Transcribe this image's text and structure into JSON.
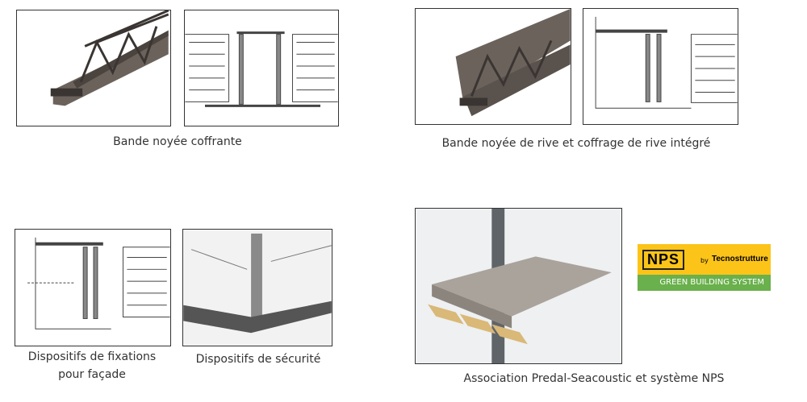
{
  "captions": {
    "c1": "Bande noyée coffrante",
    "c2": "Bande noyée de rive et coffrage de rive intégré",
    "c3a": "Dispositifs de fixations",
    "c3b": "pour façade",
    "c4": "Dispositifs de sécurité",
    "c5": "Association Predal-Seacoustic et système NPS"
  },
  "logo": {
    "brand": "NPS",
    "by": "by",
    "partner": "Tecnostrutture",
    "tagline": "GREEN BUILDING SYSTEM"
  }
}
